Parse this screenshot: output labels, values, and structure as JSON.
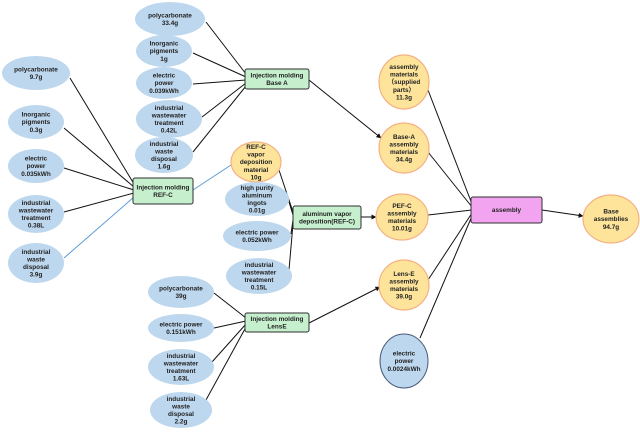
{
  "nodes": {
    "in_a_pc": {
      "lines": [
        "polycarbonate",
        "33.4g"
      ]
    },
    "in_a_pig": {
      "lines": [
        "Inorganic",
        "pigments",
        "1g"
      ]
    },
    "in_a_ep": {
      "lines": [
        "electric",
        "power",
        "0.039kWh"
      ]
    },
    "in_a_ww": {
      "lines": [
        "industrial",
        "wastewater",
        "treatment",
        "0.42L"
      ]
    },
    "in_a_wd": {
      "lines": [
        "industrial",
        "waste",
        "disposal",
        "1.6g"
      ]
    },
    "in_c_pc": {
      "lines": [
        "polycarbonate",
        "9.7g"
      ]
    },
    "in_c_pig": {
      "lines": [
        "Inorganic",
        "pigments",
        "0.3g"
      ]
    },
    "in_c_ep": {
      "lines": [
        "electric",
        "power",
        "0.035kWh"
      ]
    },
    "in_c_ww": {
      "lines": [
        "industrial",
        "wastewater",
        "treatment",
        "0.38L"
      ]
    },
    "in_c_wd": {
      "lines": [
        "industrial",
        "waste",
        "disposal",
        "3.9g"
      ]
    },
    "refc_vd": {
      "lines": [
        "REF-C",
        "vapor",
        "deposition",
        "material",
        "10g"
      ]
    },
    "al_ingot": {
      "lines": [
        "high purity",
        "aluminum",
        "ingots",
        "0.01g"
      ]
    },
    "al_ep": {
      "lines": [
        "electric power",
        "0.052kWh"
      ]
    },
    "al_ww": {
      "lines": [
        "industrial",
        "wastewater",
        "treatment",
        "0.15L"
      ]
    },
    "in_e_pc": {
      "lines": [
        "polycarbonate",
        "39g"
      ]
    },
    "in_e_ep": {
      "lines": [
        "electric power",
        "0.151kWh"
      ]
    },
    "in_e_ww": {
      "lines": [
        "industrial",
        "wastewater",
        "treatment",
        "1.63L"
      ]
    },
    "in_e_wd": {
      "lines": [
        "industrial",
        "waste",
        "disposal",
        "2.2g"
      ]
    },
    "am_supplied": {
      "lines": [
        "assembly",
        "materials",
        "（supplied",
        "parts）",
        "11.3g"
      ]
    },
    "am_basea": {
      "lines": [
        "Base-A",
        "assembly",
        "materials",
        "34.4g"
      ]
    },
    "am_pefc": {
      "lines": [
        "PEF-C",
        "assembly",
        "materials",
        "10.01g"
      ]
    },
    "am_lense": {
      "lines": [
        "Lens-E",
        "assembly",
        "materials",
        "39.0g"
      ]
    },
    "asm_ep": {
      "lines": [
        "electric",
        "power",
        "0.0024kWh"
      ]
    },
    "out_base": {
      "lines": [
        "Base",
        "assemblies",
        "94.7g"
      ]
    },
    "p_basea": {
      "lines": [
        "Injection molding",
        "Base A"
      ]
    },
    "p_refc": {
      "lines": [
        "Injection molding",
        "REF-C"
      ]
    },
    "p_alvd": {
      "lines": [
        "aluminum vapor",
        "deposition(REF-C)"
      ]
    },
    "p_lense": {
      "lines": [
        "Injection molding",
        "LensE"
      ]
    },
    "p_assembly": {
      "lines": [
        "assembly"
      ]
    }
  }
}
